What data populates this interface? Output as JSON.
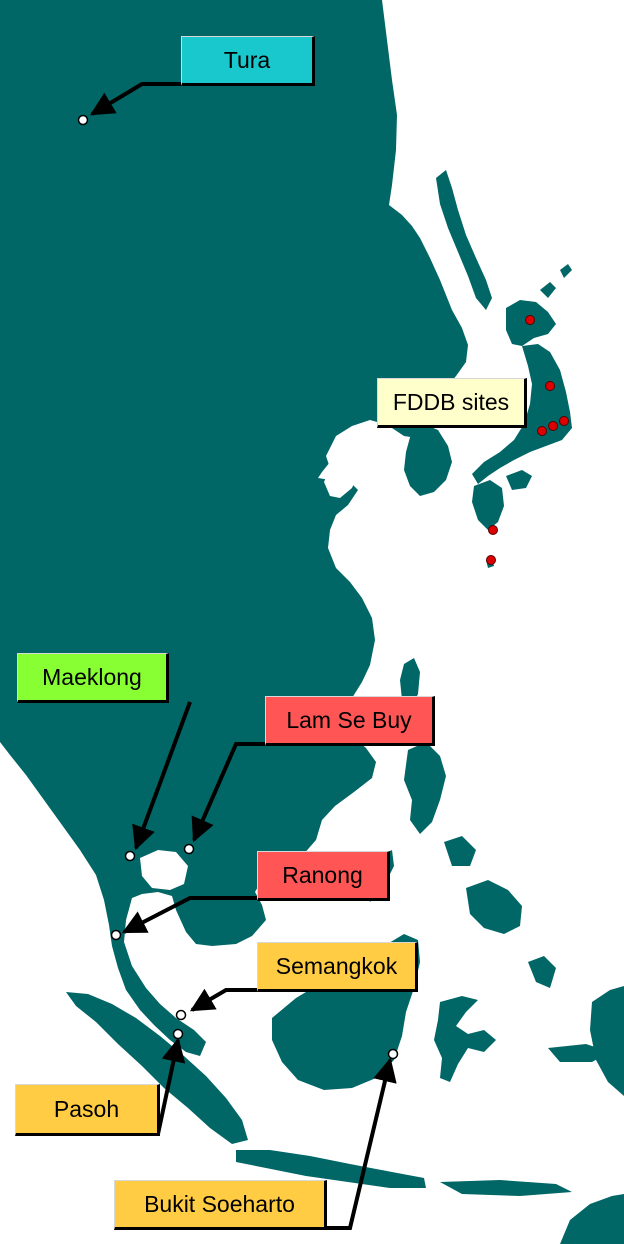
{
  "colors": {
    "land": "#006666",
    "sea": "#ffffff",
    "site_marker": "#ffffff",
    "fddb_marker": "#dd0000",
    "arrow": "#000000"
  },
  "labels": {
    "tura": "Tura",
    "fddb": "FDDB sites",
    "maeklong": "Maeklong",
    "lam_se_buy": "Lam Se Buy",
    "ranong": "Ranong",
    "semangkok": "Semangkok",
    "pasoh": "Pasoh",
    "bukit_soeharto": "Bukit Soeharto"
  }
}
